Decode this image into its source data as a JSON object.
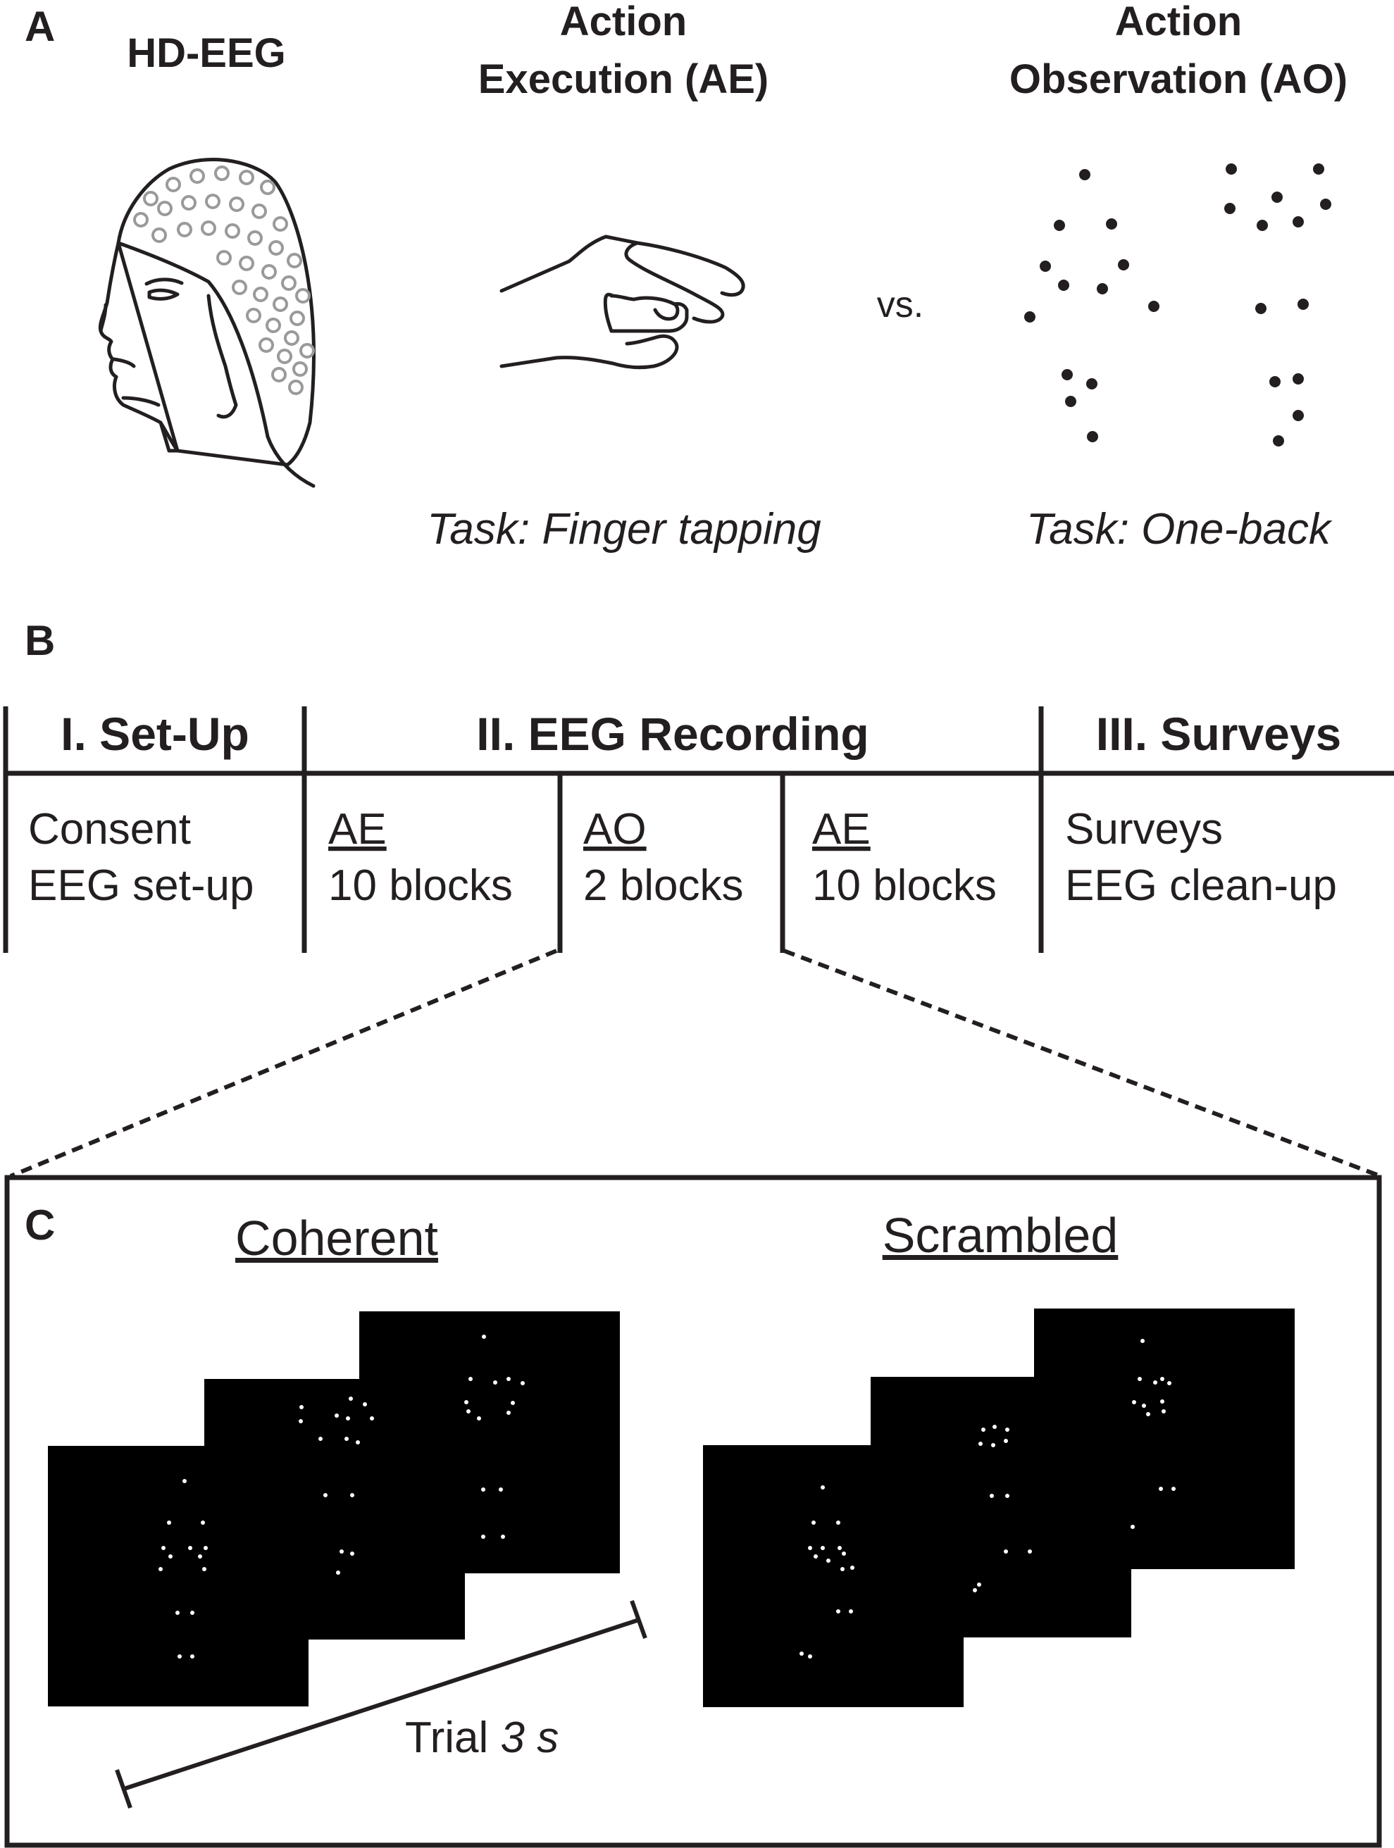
{
  "panel_a": {
    "label": "A",
    "hdeeg_title": "HD-EEG",
    "ae_title_line1": "Action",
    "ae_title_line2": "Execution (AE)",
    "ao_title_line1": "Action",
    "ao_title_line2": "Observation (AO)",
    "vs_label": "vs.",
    "ae_task": "Task: Finger tapping",
    "ao_task": "Task: One-back"
  },
  "panel_b": {
    "label": "B",
    "phases": [
      {
        "title": "I. Set-Up"
      },
      {
        "title": "II. EEG Recording"
      },
      {
        "title": "III. Surveys"
      }
    ],
    "cells": [
      {
        "line1": "Consent",
        "line2": "EEG set-up",
        "underline": false
      },
      {
        "line1": "AE",
        "line2": "10 blocks",
        "underline": true
      },
      {
        "line1": "AO",
        "line2": "2 blocks",
        "underline": true
      },
      {
        "line1": "AE",
        "line2": "10 blocks",
        "underline": true
      },
      {
        "line1": "Surveys",
        "line2": "EEG clean-up",
        "underline": false
      }
    ]
  },
  "panel_c": {
    "label": "C",
    "coherent_title": "Coherent",
    "scrambled_title": "Scrambled",
    "trial_label": "Trial",
    "trial_duration": "3 s"
  },
  "colors": {
    "ink": "#231f20",
    "electrode": "#9a9a9a",
    "screen": "#000000",
    "point_light": "#ffffff"
  },
  "icons": [
    "head-with-eeg-cap-icon",
    "hand-finger-tapping-icon",
    "point-light-figure-icon"
  ]
}
